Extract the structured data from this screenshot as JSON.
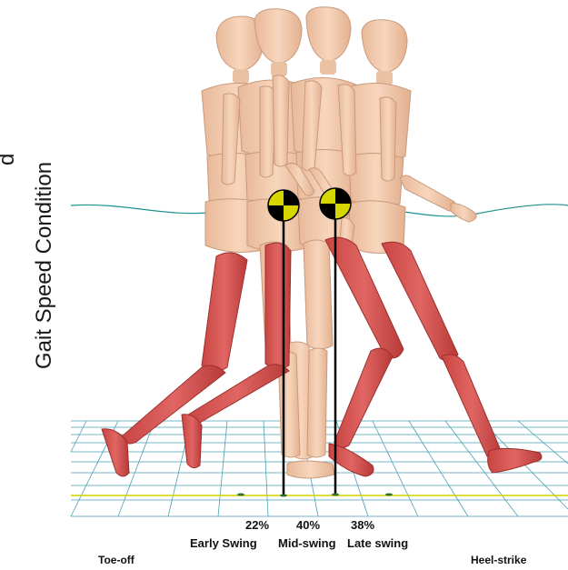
{
  "side_label": "Gait Speed Condition",
  "side_label_partial": "d",
  "percents": {
    "early": "22%",
    "mid": "40%",
    "late": "38%"
  },
  "phases": {
    "early": "Early Swing",
    "mid": "Mid-swing",
    "late": "Late swing"
  },
  "events": {
    "toe_off": "Toe-off",
    "heel_strike": "Heel-strike"
  },
  "colors": {
    "skin": "#f2c9a8",
    "skin_shadow": "#d9a98a",
    "limb_red": "#d9534f",
    "limb_red_dark": "#b83a38",
    "grid": "#2a8fa8",
    "com_path": "#1f8f8f",
    "marker_yellow": "#d6d600",
    "ground_line": "#d4d400"
  },
  "icons": [
    "center-of-mass-marker-icon",
    "center-of-mass-marker-icon"
  ]
}
